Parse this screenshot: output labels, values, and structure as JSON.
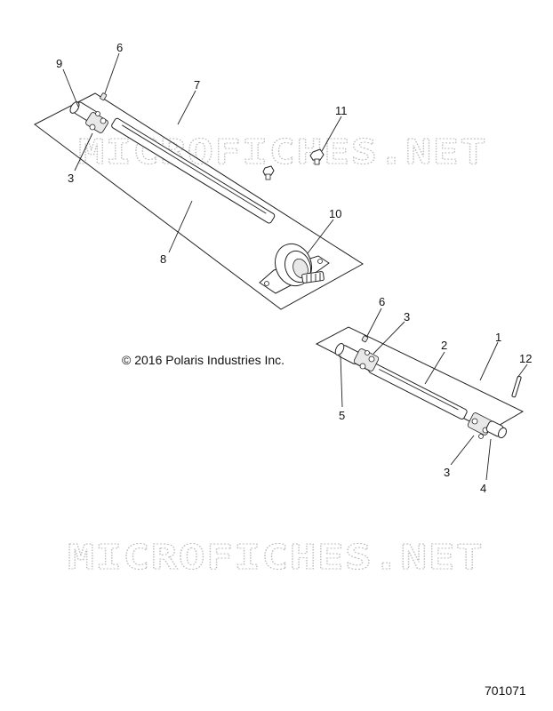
{
  "watermark": {
    "text": "MICROFICHES.NET"
  },
  "copyright": "© 2016 Polaris Industries Inc.",
  "part_number": "701071",
  "callouts": {
    "c1": "1",
    "c2": "2",
    "c3a": "3",
    "c3b": "3",
    "c3c": "3",
    "c4": "4",
    "c5": "5",
    "c6a": "6",
    "c6b": "6",
    "c7": "7",
    "c8": "8",
    "c9": "9",
    "c10": "10",
    "c11": "11",
    "c12": "12"
  }
}
